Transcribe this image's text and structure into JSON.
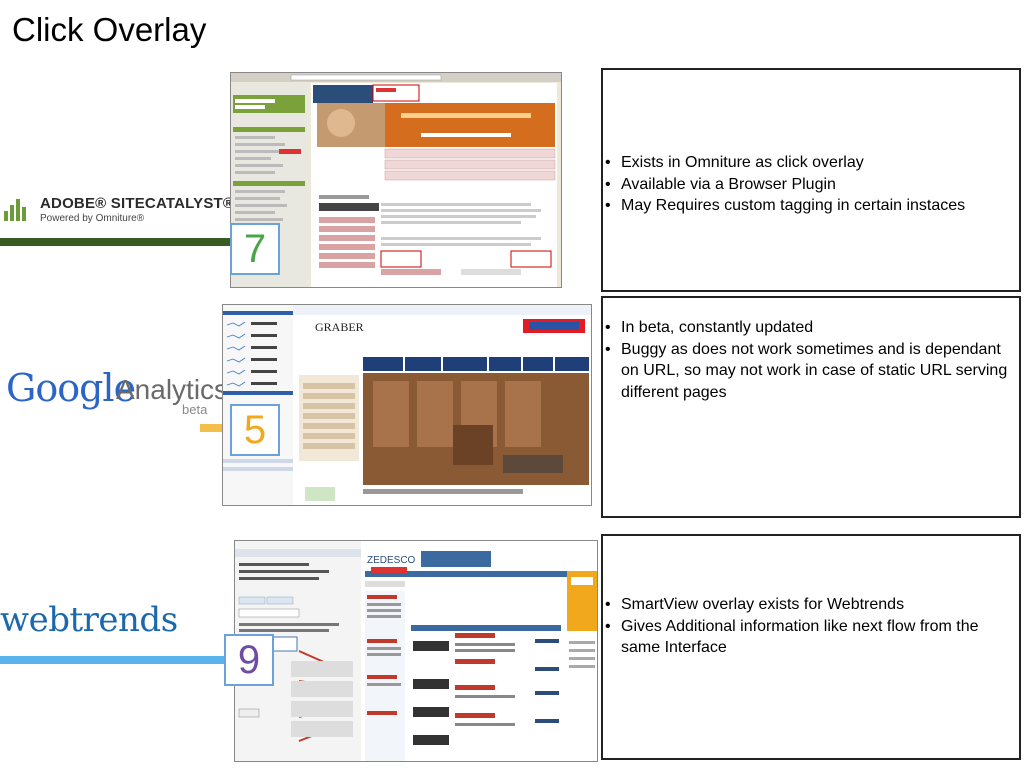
{
  "slide": {
    "title": "Click Overlay"
  },
  "rows": [
    {
      "vendor": "adobe-sitecatalyst",
      "logo_main": "ADOBE® SITECATALYST®",
      "logo_sub": "Powered by Omniture®",
      "badge": "7",
      "stripe_color": "#385a23",
      "badge_color": "#47a54a",
      "bullets": [
        "Exists in Omniture as click overlay",
        "Available via a Browser Plugin",
        "May Requires custom tagging in certain instaces"
      ]
    },
    {
      "vendor": "google-analytics",
      "logo_main": "Google",
      "logo_sub": "Analytics",
      "logo_beta": "beta",
      "badge": "5",
      "stripe_color": "#f2c04a",
      "badge_color": "#f2a81d",
      "bullets": [
        "In beta, constantly updated",
        "Buggy as does not work sometimes and is dependant on URL, so may not work in case of static URL serving different pages"
      ]
    },
    {
      "vendor": "webtrends",
      "logo_main": "webtrends",
      "badge": "9",
      "stripe_color": "#5ab3ea",
      "badge_color": "#6d4ca3",
      "bullets": [
        "SmartView overlay exists for Webtrends",
        "Gives Additional information like next flow from the same Interface"
      ]
    }
  ]
}
